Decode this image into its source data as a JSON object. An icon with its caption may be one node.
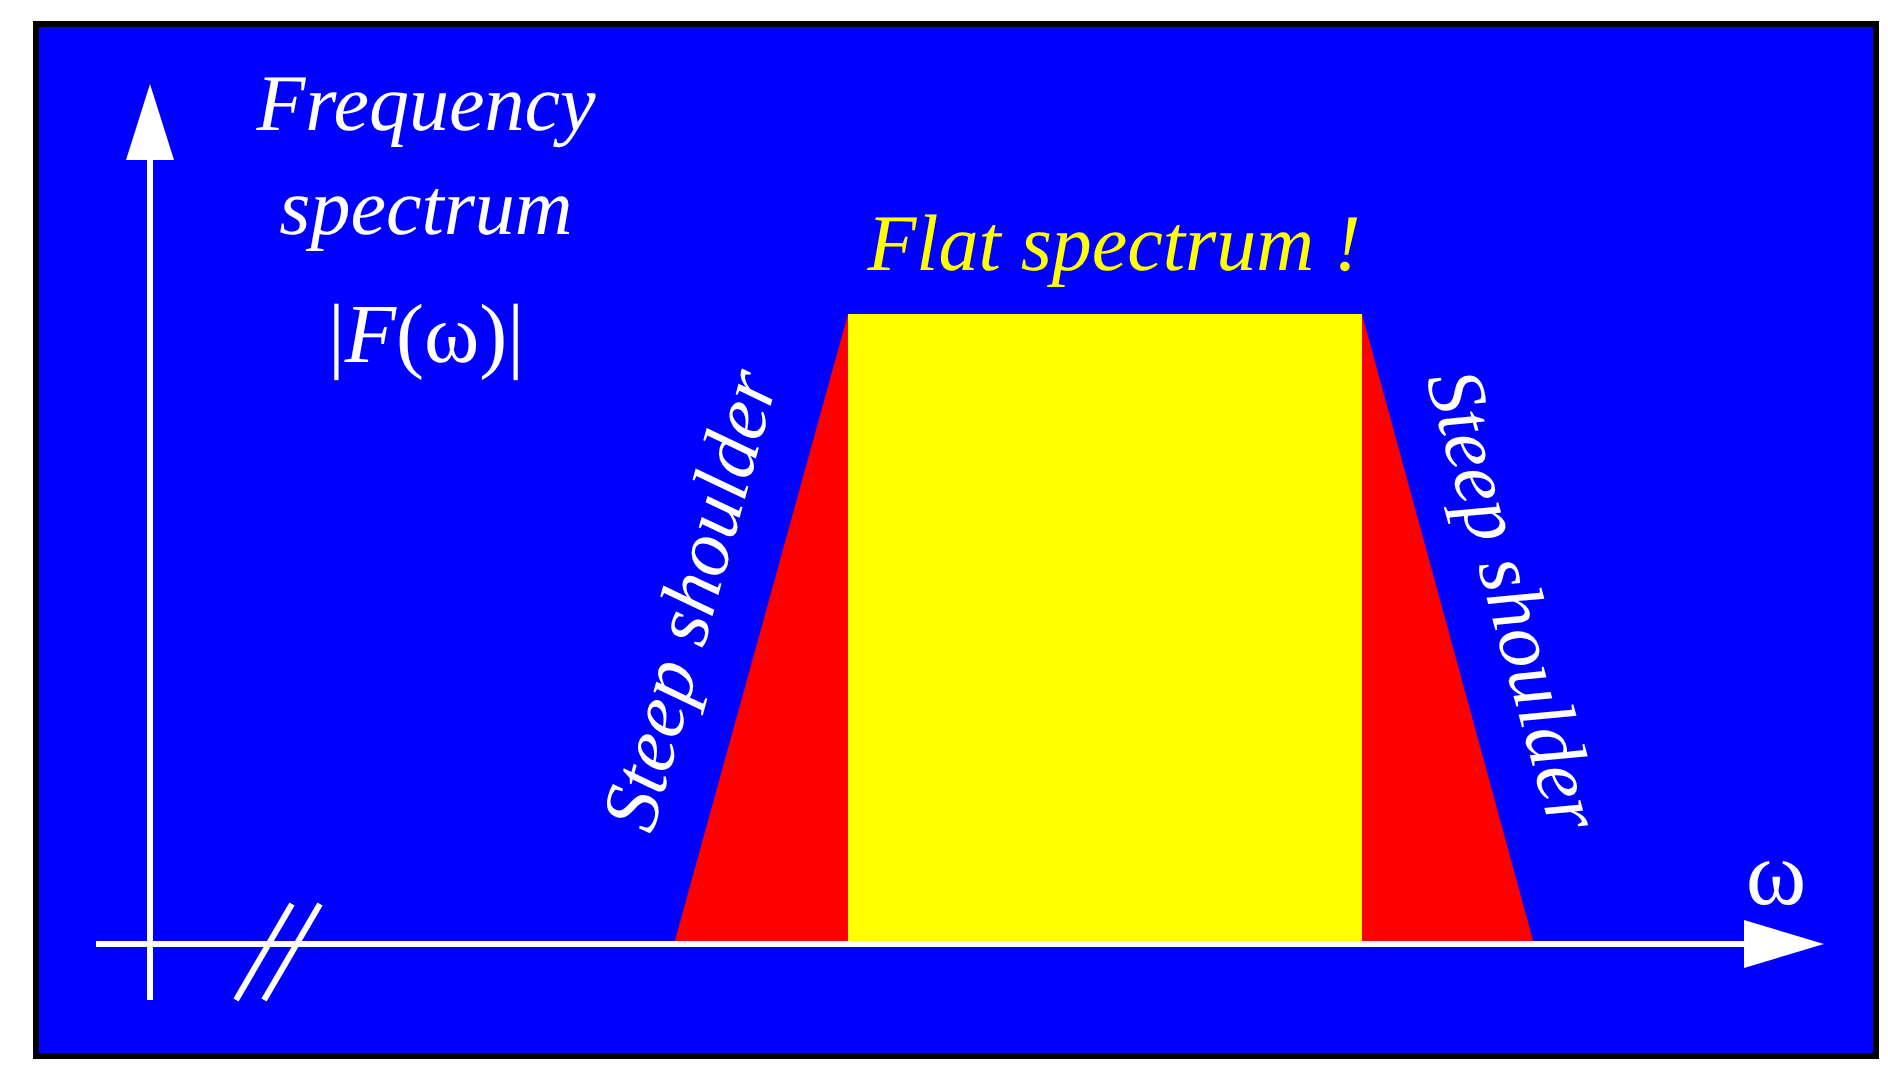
{
  "diagram": {
    "labels": [
      "Frequency spectrum",
      "|*F*(ω)|",
      "Flat spectrum !",
      "Steep shoulder",
      "Steep shoulder",
      "ω"
    ]
  }
}
